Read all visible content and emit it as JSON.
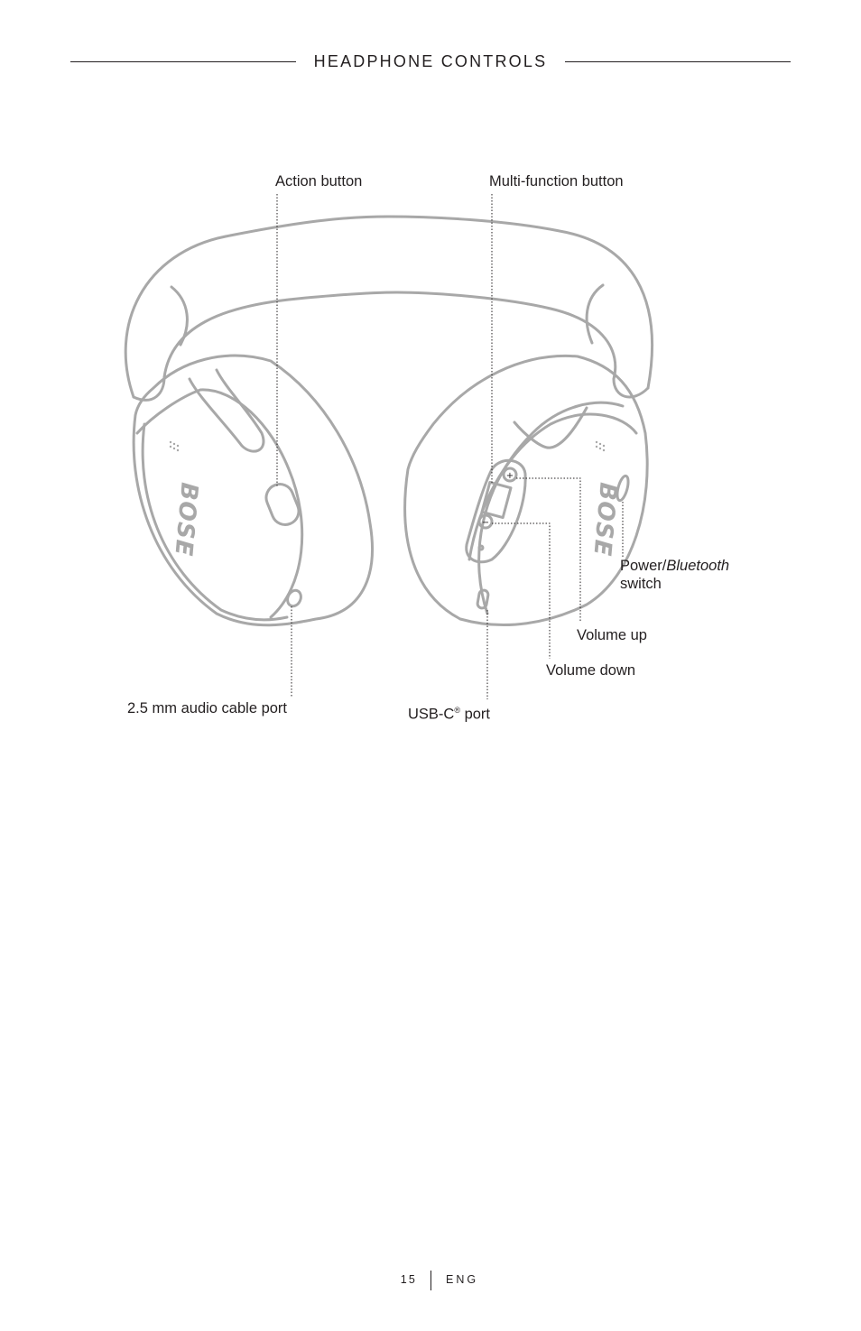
{
  "header": {
    "title": "HEADPHONE CONTROLS"
  },
  "labels": {
    "action_button": "Action button",
    "multi_function_button": "Multi-function button",
    "power_prefix": "Power/",
    "power_italic": "Bluetooth",
    "power_suffix": "switch",
    "volume_up": "Volume up",
    "volume_down": "Volume down",
    "audio_cable_port": "2.5 mm audio cable port",
    "usb_c_prefix": "USB-C",
    "usb_c_reg": "®",
    "usb_c_suffix": " port"
  },
  "brand_logo": "BOSE",
  "footer": {
    "page_number": "15",
    "language": "ENG"
  }
}
